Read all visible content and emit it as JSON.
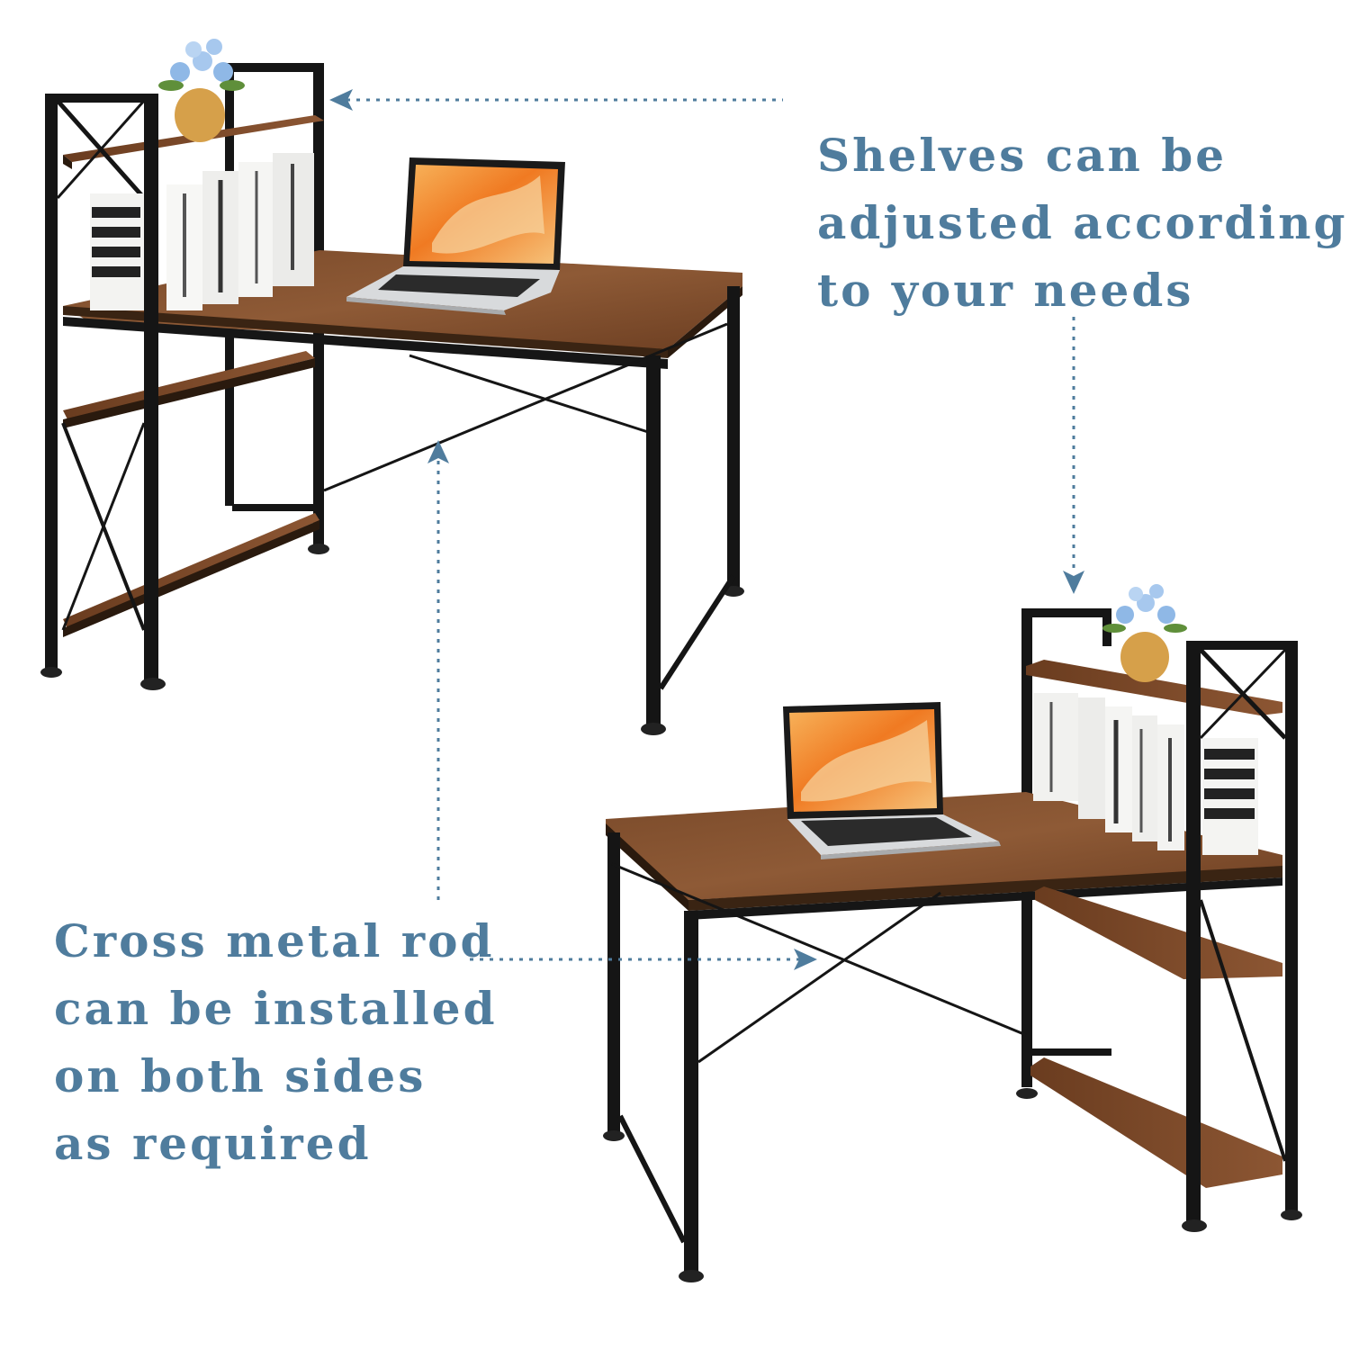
{
  "captions": {
    "shelves": [
      "Shelves can be",
      "adjusted according",
      "to your needs"
    ],
    "cross_rod": [
      "Cross metal rod",
      "can be installed",
      "on both sides",
      "as required"
    ]
  },
  "colors": {
    "caption_text": "#4f7c9d",
    "annotation_line": "#4f7c9d",
    "wood_top": "#8a5532",
    "wood_dark": "#5e3519",
    "metal_frame": "#161616",
    "laptop_screen_accent": "#f28a2a",
    "laptop_body": "#d8dadc",
    "book_white": "#f3f3f1"
  },
  "icons": {
    "arrow_shelves": "arrow-left-icon",
    "arrow_shelf_down": "arrow-down-icon",
    "arrow_rod_up": "arrow-up-icon",
    "arrow_rod_right": "arrow-right-icon"
  }
}
